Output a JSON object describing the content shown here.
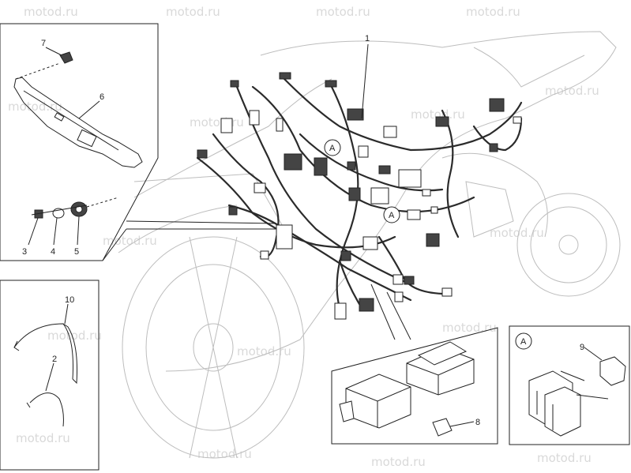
{
  "watermark": "motod.ru",
  "callouts": {
    "c1": "1",
    "c2": "2",
    "c3": "3",
    "c4": "4",
    "c5": "5",
    "c6": "6",
    "c7": "7",
    "c8": "8",
    "c9": "9",
    "c10": "10",
    "detailA1": "A",
    "detailA2": "A",
    "detailA3": "A"
  }
}
